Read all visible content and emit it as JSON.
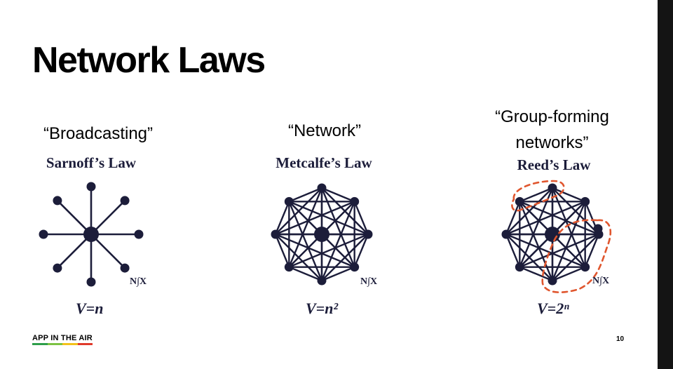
{
  "slide": {
    "title": "Network Laws",
    "page_number": "10"
  },
  "branding": {
    "name": "APP IN THE AIR",
    "stripe_colors": [
      "#2e9e4b",
      "#7cc242",
      "#f2c21a",
      "#e0392b"
    ]
  },
  "laws": [
    {
      "caption": "“Broadcasting”",
      "name": "Sarnoff’s Law",
      "formula": "V=n",
      "watermark": "N∫X",
      "diagram": "star"
    },
    {
      "caption": "“Network”",
      "name": "Metcalfe’s Law",
      "formula": "V=n²",
      "watermark": "N∫X",
      "diagram": "complete-graph"
    },
    {
      "caption_lines": [
        "“Group-forming",
        "networks”"
      ],
      "name": "Reed’s Law",
      "formula": "V=2ⁿ",
      "watermark": "N∫X",
      "diagram": "complete-graph-with-groups"
    }
  ],
  "colors": {
    "node": "#1c1d3a",
    "group_outline": "#e0562e",
    "sidebar": "#141414"
  }
}
